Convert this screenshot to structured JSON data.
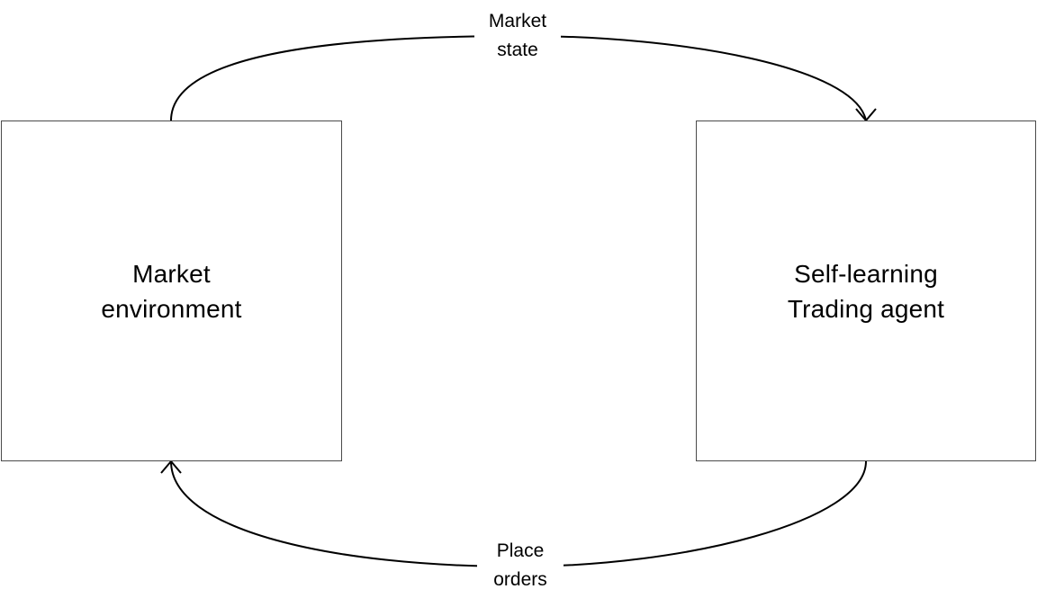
{
  "nodes": {
    "environment": {
      "line1": "Market",
      "line2": "environment"
    },
    "agent": {
      "line1": "Self-learning",
      "line2": "Trading agent"
    }
  },
  "edges": {
    "state": {
      "line1": "Market",
      "line2": "state"
    },
    "orders": {
      "line1": "Place",
      "line2": "orders"
    }
  },
  "colors": {
    "stroke": "#000000",
    "box_border": "#4a4a4a",
    "background": "#ffffff"
  }
}
